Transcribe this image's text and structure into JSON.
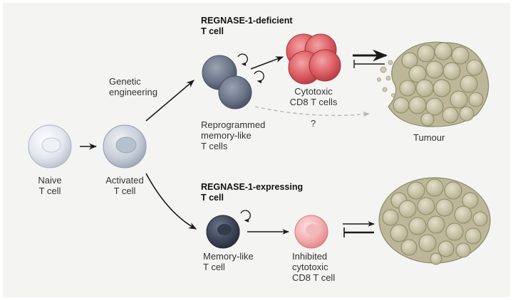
{
  "top_header": "REGNASE-1-deficient\nT cell",
  "bottom_header": "REGNASE-1-expressing\nT cell",
  "labels": {
    "naive": "Naive\nT cell",
    "activated": "Activated\nT cell",
    "genetic_engineering": "Genetic\nengineering",
    "reprogrammed": "Reprogrammed\nmemory-like\nT cells",
    "cytotoxic": "Cytotoxic\nCD8 T cells",
    "question": "?",
    "tumour": "Tumour",
    "memory_like": "Memory-like\nT cell",
    "inhibited": "Inhibited\ncytotoxic\nCD8 T cell"
  },
  "colors": {
    "background": "#f4f4f3",
    "naive_cell": "#dfe4ec",
    "memory_cell": "#6b7587",
    "cytotoxic_cell": "#d9585e",
    "inhibited_cell": "#f0a1a4",
    "tumour_cell": "#c9c5a8",
    "arrow": "#1a1a1a",
    "dashed_arrow": "#b5b5b5"
  },
  "icons": [
    "self-renewal-arrow-icon",
    "arrow-icon",
    "inhibition-bar-icon"
  ]
}
